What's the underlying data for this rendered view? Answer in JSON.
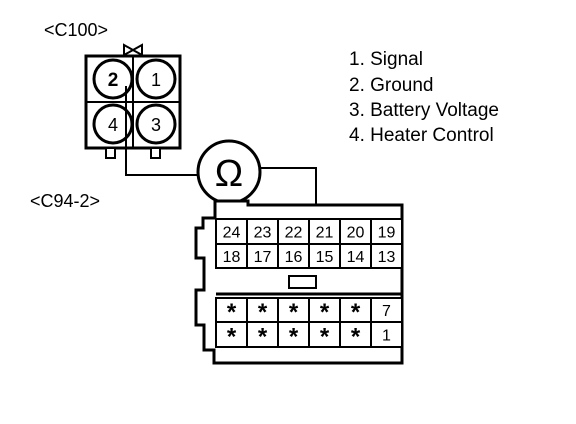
{
  "connectors": {
    "c100": {
      "label": "<C100>",
      "pins": [
        "2",
        "1",
        "4",
        "3"
      ]
    },
    "c94": {
      "label": "<C94-2>",
      "row1": [
        "24",
        "23",
        "22",
        "21",
        "20",
        "19"
      ],
      "row2": [
        "18",
        "17",
        "16",
        "15",
        "14",
        "13"
      ],
      "row3": [
        "*",
        "*",
        "*",
        "*",
        "*",
        "7"
      ],
      "row4": [
        "*",
        "*",
        "*",
        "*",
        "*",
        "1"
      ]
    }
  },
  "meter": {
    "symbol": "Ω"
  },
  "legend": [
    "1. Signal",
    "2. Ground",
    "3. Battery Voltage",
    "4. Heater Control"
  ]
}
